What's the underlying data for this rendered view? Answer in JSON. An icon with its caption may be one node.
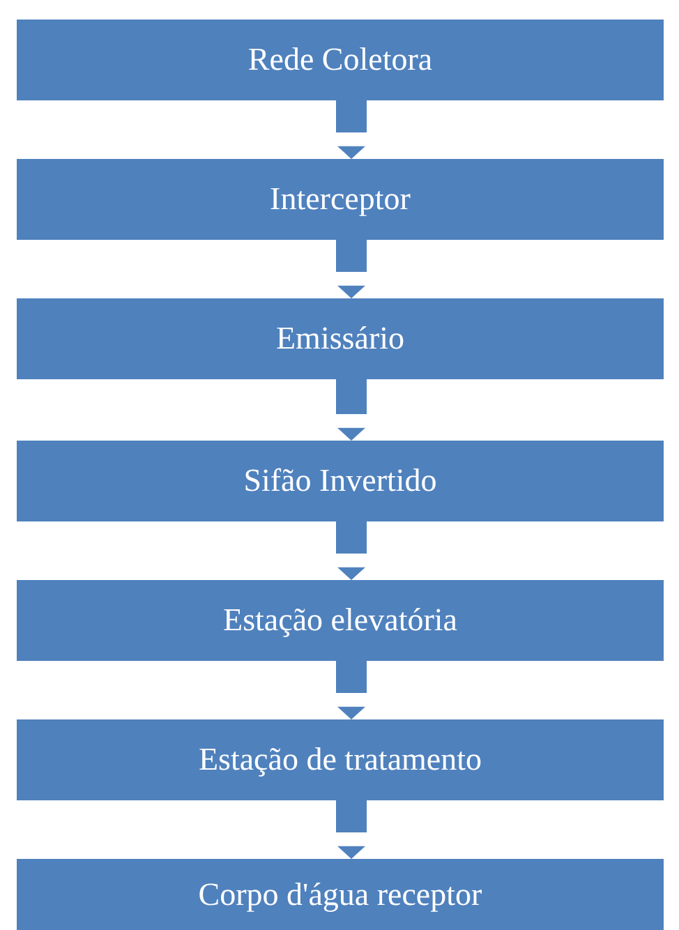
{
  "diagram": {
    "nodes": [
      {
        "text": [
          "Rede Coletora"
        ]
      },
      {
        "text": [
          "Interceptor"
        ]
      },
      {
        "text": [
          "Emissário"
        ]
      },
      {
        "text": [
          "Sifão Invertido"
        ]
      },
      {
        "text": [
          "Estação elevatória"
        ]
      },
      {
        "text": [
          "Estação de tratamento"
        ]
      },
      {
        "text": [
          "Corpo d'água receptor"
        ]
      }
    ],
    "edges": [
      {
        "from": 0,
        "to": 1,
        "arrow": "to"
      },
      {
        "from": 1,
        "to": 2,
        "arrow": "to"
      },
      {
        "from": 2,
        "to": 3,
        "arrow": "to"
      },
      {
        "from": 3,
        "to": 4,
        "arrow": "to"
      },
      {
        "from": 4,
        "to": 5,
        "arrow": "to"
      },
      {
        "from": 5,
        "to": 6,
        "arrow": "to"
      }
    ]
  }
}
